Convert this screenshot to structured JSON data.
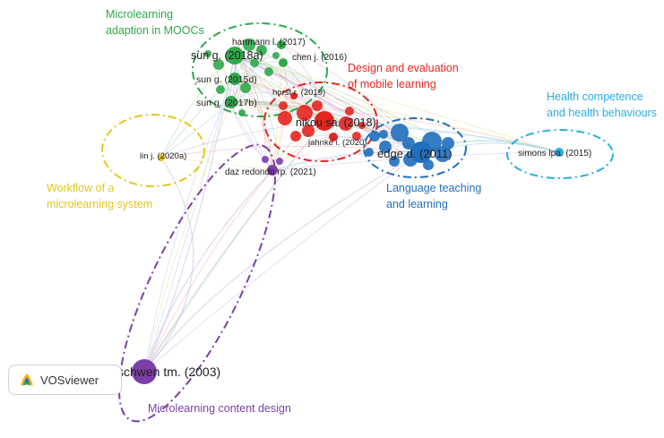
{
  "clusters": [
    {
      "key": "moocs",
      "label_lines": [
        "Microlearning",
        "adaption in MOOCs"
      ],
      "color": "#2ea84a"
    },
    {
      "key": "mobile",
      "label_lines": [
        "Design and evaluation",
        "of mobile learning"
      ],
      "color": "#e52421"
    },
    {
      "key": "health",
      "label_lines": [
        "Health competence",
        "and health behaviours"
      ],
      "color": "#27aee2"
    },
    {
      "key": "language",
      "label_lines": [
        "Language teaching",
        "and learning"
      ],
      "color": "#1e6fbf"
    },
    {
      "key": "workflow",
      "label_lines": [
        "Workflow of a",
        "microlearning system"
      ],
      "color": "#e6c619"
    },
    {
      "key": "content",
      "label_lines": [
        "Microlearning content design"
      ],
      "color": "#7b3fa8"
    }
  ],
  "nodes": [
    {
      "label": "hartmann l. (2017)",
      "cluster": "moocs",
      "weight": 1
    },
    {
      "label": "sun g. (2018a)",
      "cluster": "moocs",
      "weight": 3
    },
    {
      "label": "chen j. (2016)",
      "cluster": "moocs",
      "weight": 1
    },
    {
      "label": "sun g. (2015d)",
      "cluster": "moocs",
      "weight": 2
    },
    {
      "label": "sun g. (2017b)",
      "cluster": "moocs",
      "weight": 2
    },
    {
      "label": "horst r. (2019)",
      "cluster": "mobile",
      "weight": 1
    },
    {
      "label": "nikou sa. (2018)",
      "cluster": "mobile",
      "weight": 3
    },
    {
      "label": "jahnke i. (2020)",
      "cluster": "mobile",
      "weight": 1
    },
    {
      "label": "edge d. (2011)",
      "cluster": "language",
      "weight": 3
    },
    {
      "label": "simons lpa. (2015)",
      "cluster": "health",
      "weight": 1
    },
    {
      "label": "lin j. (2020a)",
      "cluster": "workflow",
      "weight": 1
    },
    {
      "label": "daz redondo rp. (2021)",
      "cluster": "content",
      "weight": 1
    },
    {
      "label": "schwen tm. (2003)",
      "cluster": "content",
      "weight": 3
    }
  ],
  "badge": {
    "logo_icon": "vosviewer-logo-icon",
    "text": "VOSviewer"
  }
}
